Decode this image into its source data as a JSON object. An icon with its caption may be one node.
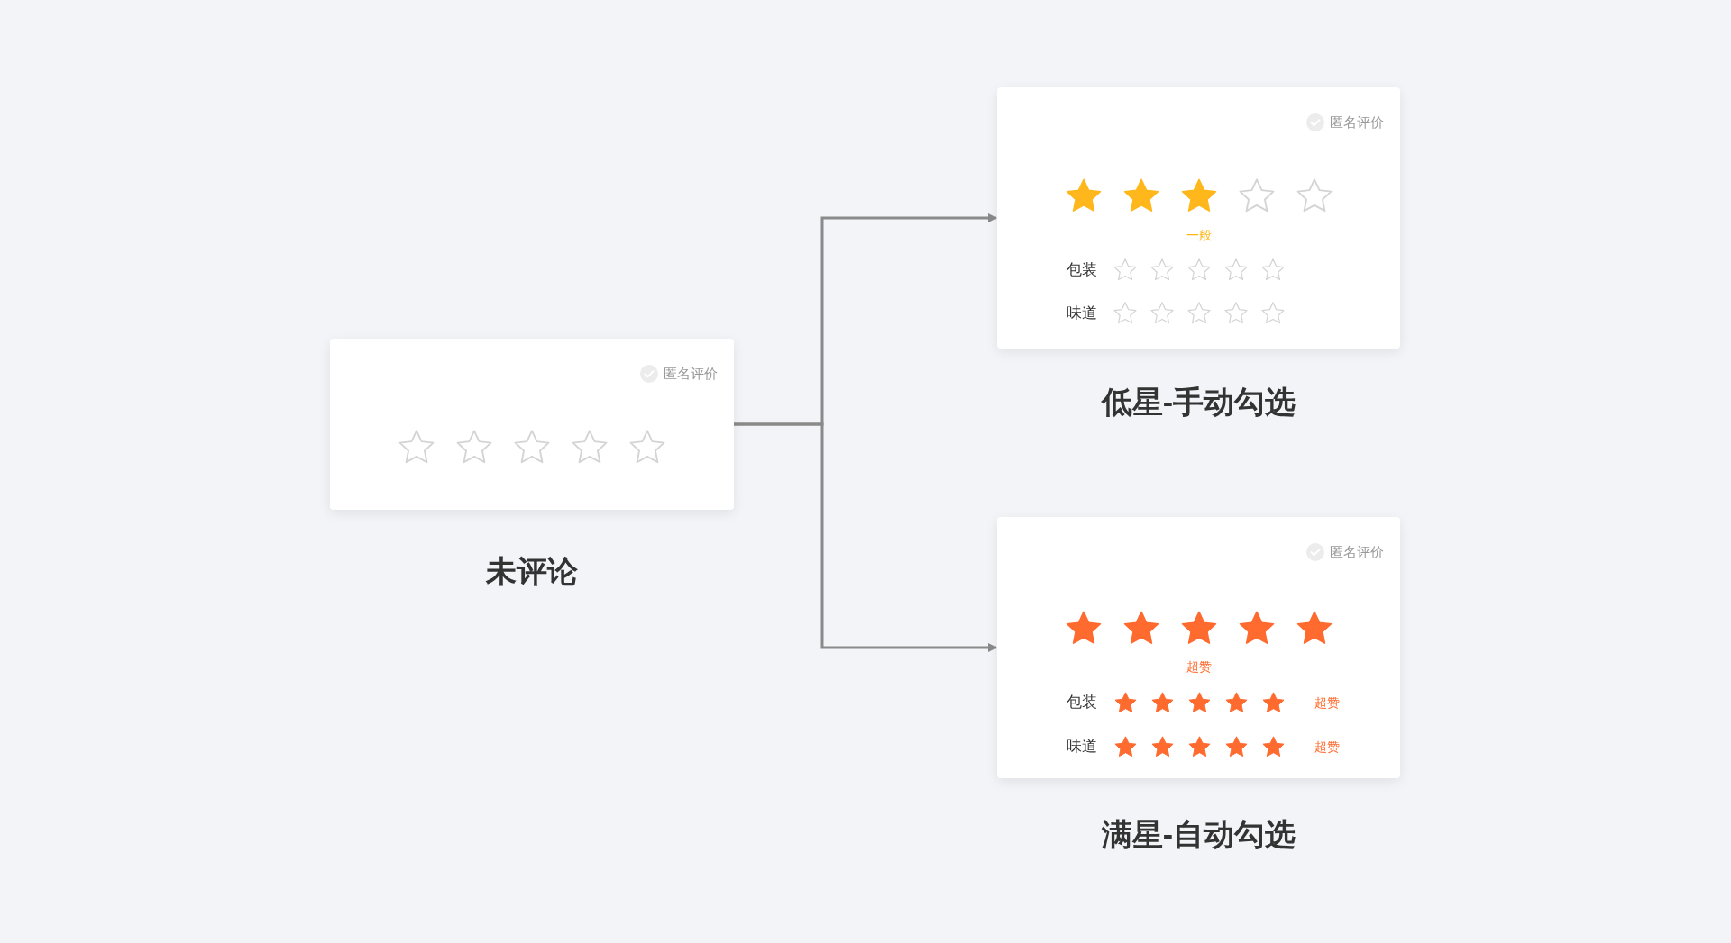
{
  "diagram": {
    "nodes": [
      {
        "text": [
          "匿名评价"
        ],
        "beside": [
          "未评论"
        ]
      },
      {
        "text": [
          "匿名评价",
          "一般",
          "包装",
          "味道"
        ],
        "beside": [
          "低星-手动勾选"
        ]
      },
      {
        "text": [
          "匿名评价",
          "超赞",
          "包装",
          "超赞",
          "味道",
          "超赞"
        ],
        "beside": [
          "满星-自动勾选"
        ]
      }
    ],
    "edges": [
      {
        "from": 0,
        "to": 1,
        "arrow": "to"
      },
      {
        "from": 0,
        "to": 2,
        "arrow": "to"
      }
    ]
  }
}
